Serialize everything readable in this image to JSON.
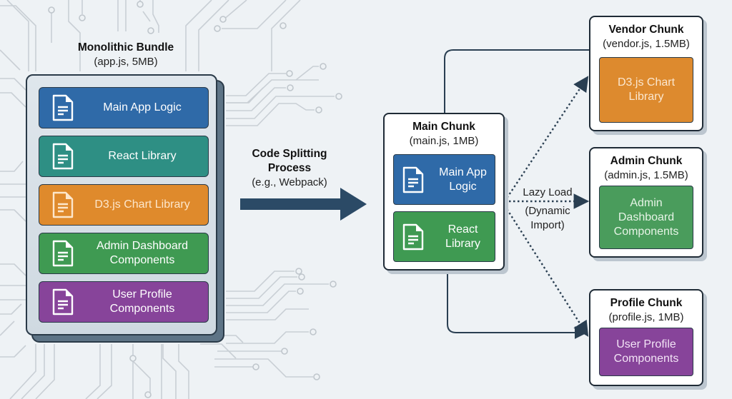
{
  "diagram": {
    "monolith": {
      "title": "Monolithic Bundle",
      "subtitle": "(app.js, 5MB)",
      "items": [
        {
          "label": "Main App Logic",
          "icon": "file-icon",
          "color": "#2f6aa8"
        },
        {
          "label": "React Library",
          "icon": "file-icon",
          "color": "#2e8f84"
        },
        {
          "label": "D3.js Chart Library",
          "icon": "file-icon",
          "color": "#df8a2c"
        },
        {
          "label": "Admin Dashboard Components",
          "icon": "file-icon",
          "color": "#3f9a52"
        },
        {
          "label": "User Profile Components",
          "icon": "file-icon",
          "color": "#87449a"
        }
      ]
    },
    "process": {
      "title_line1": "Code Splitting",
      "title_line2": "Process",
      "subtitle": "(e.g., Webpack)"
    },
    "main_chunk": {
      "title": "Main Chunk",
      "subtitle": "(main.js, 1MB)",
      "items": [
        {
          "label": "Main App Logic",
          "icon": "file-icon",
          "color": "#2f6aa8"
        },
        {
          "label": "React Library",
          "icon": "file-icon",
          "color": "#3f9a52"
        }
      ]
    },
    "lazy_load": {
      "line1": "Lazy Load",
      "line2": "(Dynamic",
      "line3": "Import)"
    },
    "vendor_chunk": {
      "title": "Vendor Chunk",
      "subtitle": "(vendor.js, 1.5MB)",
      "content": "D3.js Chart Library",
      "color": "#dd8a2e"
    },
    "admin_chunk": {
      "title": "Admin Chunk",
      "subtitle": "(admin.js, 1.5MB)",
      "content": "Admin Dashboard Components",
      "color": "#4a9c5c"
    },
    "profile_chunk": {
      "title": "Profile Chunk",
      "subtitle": "(profile.js, 1MB)",
      "content": "User Profile Components",
      "color": "#87449a"
    },
    "connector_color": "#2a3f52"
  }
}
